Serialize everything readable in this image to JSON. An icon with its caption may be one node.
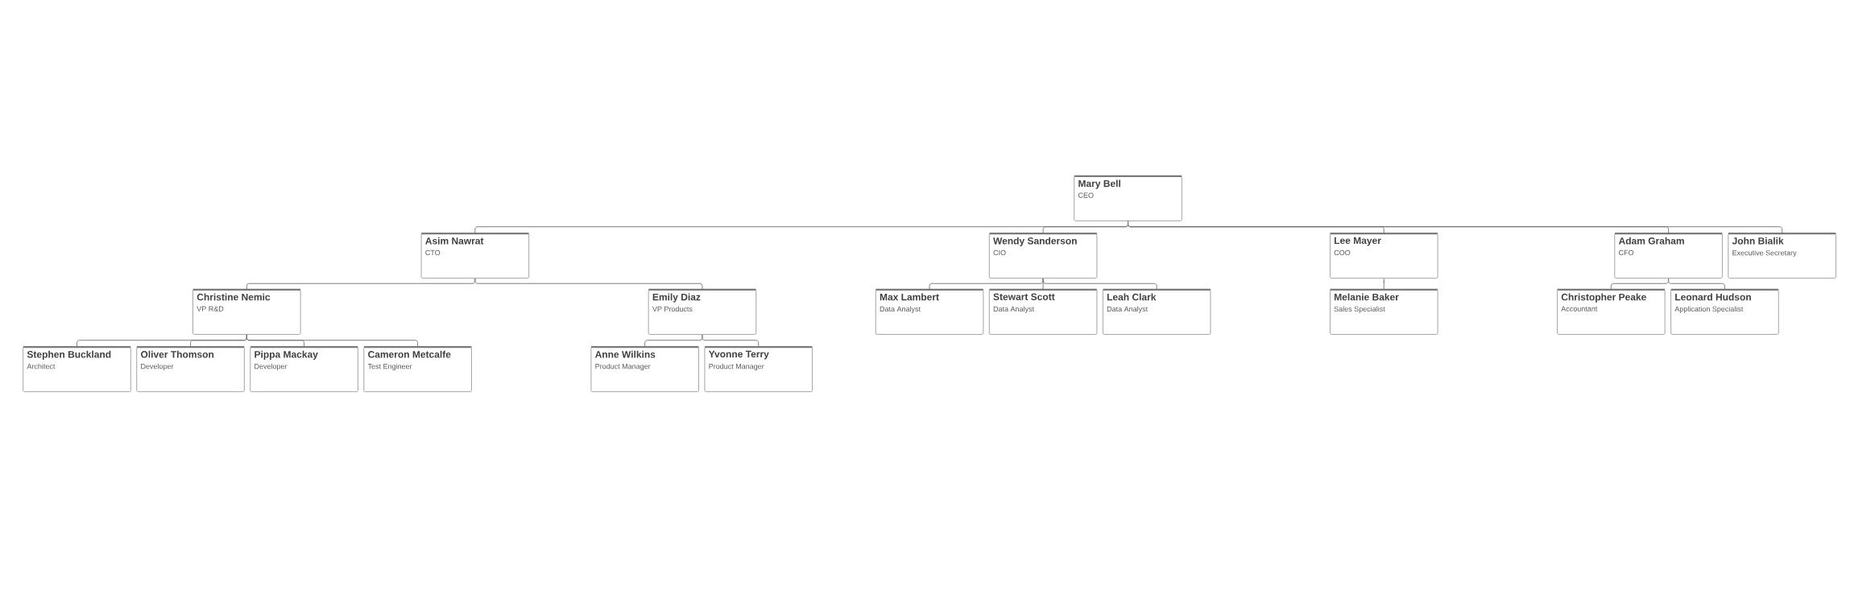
{
  "diagram": {
    "nodes": [
      {
        "text": [
          "Mary Bell",
          "CEO"
        ]
      },
      {
        "text": [
          "Asim Nawrat",
          "CTO"
        ]
      },
      {
        "text": [
          "Wendy Sanderson",
          "CIO"
        ]
      },
      {
        "text": [
          "Lee Mayer",
          "COO"
        ]
      },
      {
        "text": [
          "Adam Graham",
          "CFO"
        ]
      },
      {
        "text": [
          "John Bialik",
          "Executive Secretary"
        ]
      },
      {
        "text": [
          "Christine Nemic",
          "VP R&D"
        ]
      },
      {
        "text": [
          "Emily Diaz",
          "VP Products"
        ]
      },
      {
        "text": [
          "Max Lambert",
          "Data Analyst"
        ]
      },
      {
        "text": [
          "Stewart Scott",
          "Data Analyst"
        ]
      },
      {
        "text": [
          "Leah Clark",
          "Data Analyst"
        ]
      },
      {
        "text": [
          "Melanie Baker",
          "Sales Specialist"
        ]
      },
      {
        "text": [
          "Christopher Peake",
          "Accountant"
        ]
      },
      {
        "text": [
          "Leonard Hudson",
          "Application Specialist"
        ]
      },
      {
        "text": [
          "Stephen Buckland",
          "Architect"
        ]
      },
      {
        "text": [
          "Oliver Thomson",
          "Developer"
        ]
      },
      {
        "text": [
          "Pippa Mackay",
          "Developer"
        ]
      },
      {
        "text": [
          "Cameron Metcalfe",
          "Test Engineer"
        ]
      },
      {
        "text": [
          "Anne Wilkins",
          "Product Manager"
        ]
      },
      {
        "text": [
          "Yvonne Terry",
          "Product Manager"
        ]
      }
    ],
    "edges": [
      {
        "from": 0,
        "to": 1,
        "arrow": "none"
      },
      {
        "from": 0,
        "to": 2,
        "arrow": "none"
      },
      {
        "from": 0,
        "to": 3,
        "arrow": "none"
      },
      {
        "from": 0,
        "to": 4,
        "arrow": "none"
      },
      {
        "from": 0,
        "to": 5,
        "arrow": "none"
      },
      {
        "from": 1,
        "to": 6,
        "arrow": "none"
      },
      {
        "from": 1,
        "to": 7,
        "arrow": "none"
      },
      {
        "from": 2,
        "to": 8,
        "arrow": "none"
      },
      {
        "from": 2,
        "to": 9,
        "arrow": "none"
      },
      {
        "from": 2,
        "to": 10,
        "arrow": "none"
      },
      {
        "from": 3,
        "to": 11,
        "arrow": "none"
      },
      {
        "from": 4,
        "to": 12,
        "arrow": "none"
      },
      {
        "from": 4,
        "to": 13,
        "arrow": "none"
      },
      {
        "from": 6,
        "to": 14,
        "arrow": "none"
      },
      {
        "from": 6,
        "to": 15,
        "arrow": "none"
      },
      {
        "from": 6,
        "to": 16,
        "arrow": "none"
      },
      {
        "from": 6,
        "to": 17,
        "arrow": "none"
      },
      {
        "from": 7,
        "to": 18,
        "arrow": "none"
      },
      {
        "from": 7,
        "to": 19,
        "arrow": "none"
      }
    ]
  }
}
